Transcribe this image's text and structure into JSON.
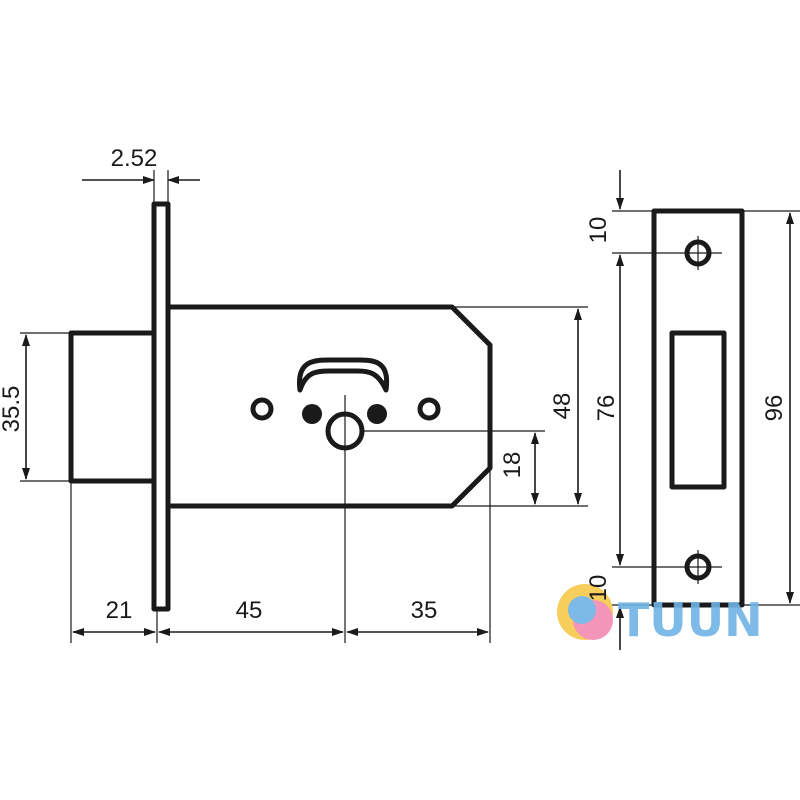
{
  "dimensions": {
    "faceplate_thickness": "2.52",
    "bolt_height": "35.5",
    "bolt_projection": "21",
    "backset": "45",
    "body_rear": "35",
    "body_height": "48",
    "key_offset": "18",
    "strike_height": "96",
    "strike_hole_spacing": "76",
    "strike_top_margin": "10",
    "strike_bottom_margin": "10"
  },
  "watermark": {
    "text": "TUUN",
    "color": "#6fb3e6",
    "logo_colors": [
      "#f7c94a",
      "#f28ab2",
      "#6fb3e6"
    ]
  },
  "colors": {
    "line": "#1a1a1a",
    "background": "#ffffff"
  }
}
